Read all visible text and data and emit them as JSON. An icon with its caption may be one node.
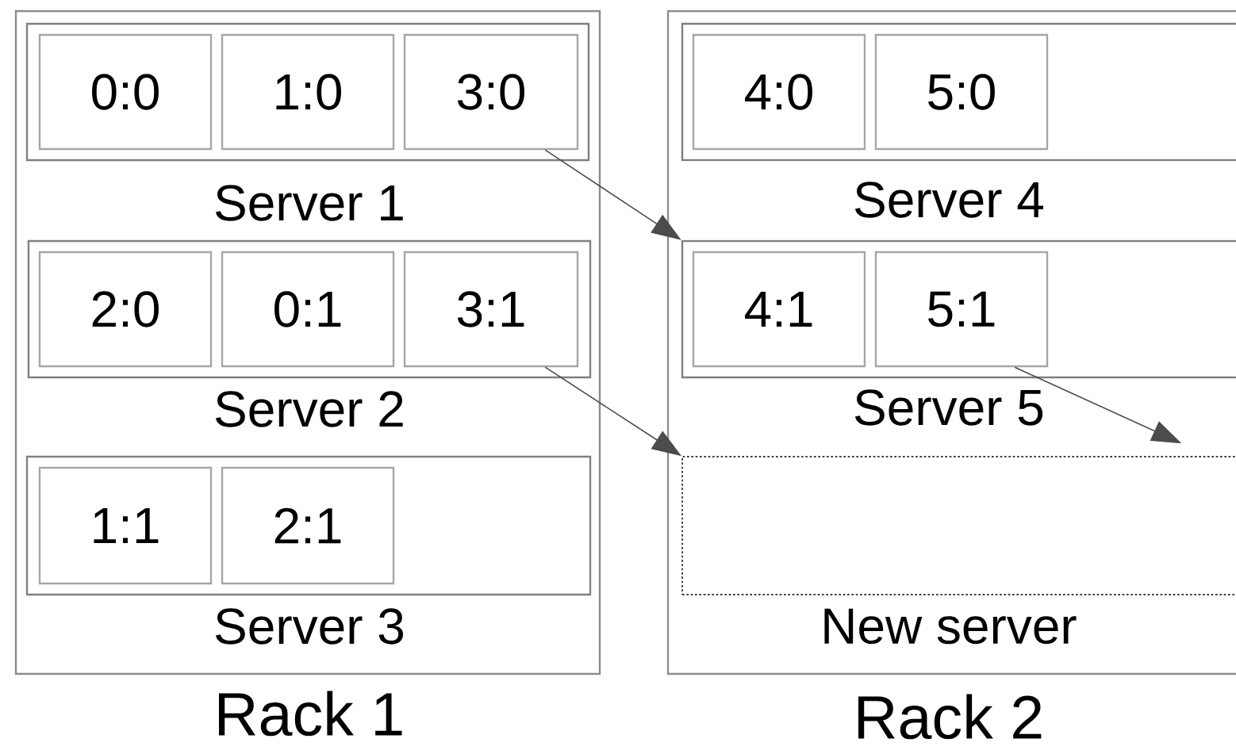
{
  "diagram": {
    "nodes": [
      {
        "text": [
          "Rack 1"
        ]
      },
      {
        "text": [
          "Server 1"
        ],
        "in": 0
      },
      {
        "text": [
          "0:0"
        ],
        "in": 1
      },
      {
        "text": [
          "1:0"
        ],
        "in": 1
      },
      {
        "text": [
          "3:0"
        ],
        "in": 1
      },
      {
        "text": [
          "Server 2"
        ],
        "in": 0
      },
      {
        "text": [
          "2:0"
        ],
        "in": 5
      },
      {
        "text": [
          "0:1"
        ],
        "in": 5
      },
      {
        "text": [
          "3:1"
        ],
        "in": 5
      },
      {
        "text": [
          "Server 3"
        ],
        "in": 0
      },
      {
        "text": [
          "1:1"
        ],
        "in": 9
      },
      {
        "text": [
          "2:1"
        ],
        "in": 9
      },
      {
        "text": [
          "Rack 2"
        ]
      },
      {
        "text": [
          "Server 4"
        ],
        "in": 12
      },
      {
        "text": [
          "4:0"
        ],
        "in": 13
      },
      {
        "text": [
          "5:0"
        ],
        "in": 13
      },
      {
        "text": [
          "Server 5"
        ],
        "in": 12
      },
      {
        "text": [
          "4:1"
        ],
        "in": 16
      },
      {
        "text": [
          "5:1"
        ],
        "in": 16
      },
      {
        "text": [
          "New server"
        ],
        "in": 12
      }
    ],
    "edges": [
      {
        "from": 4,
        "to": 16,
        "arrow": "to"
      },
      {
        "from": 8,
        "to": 19,
        "arrow": "to"
      },
      {
        "from": 18,
        "to": 19,
        "arrow": "to"
      }
    ]
  }
}
